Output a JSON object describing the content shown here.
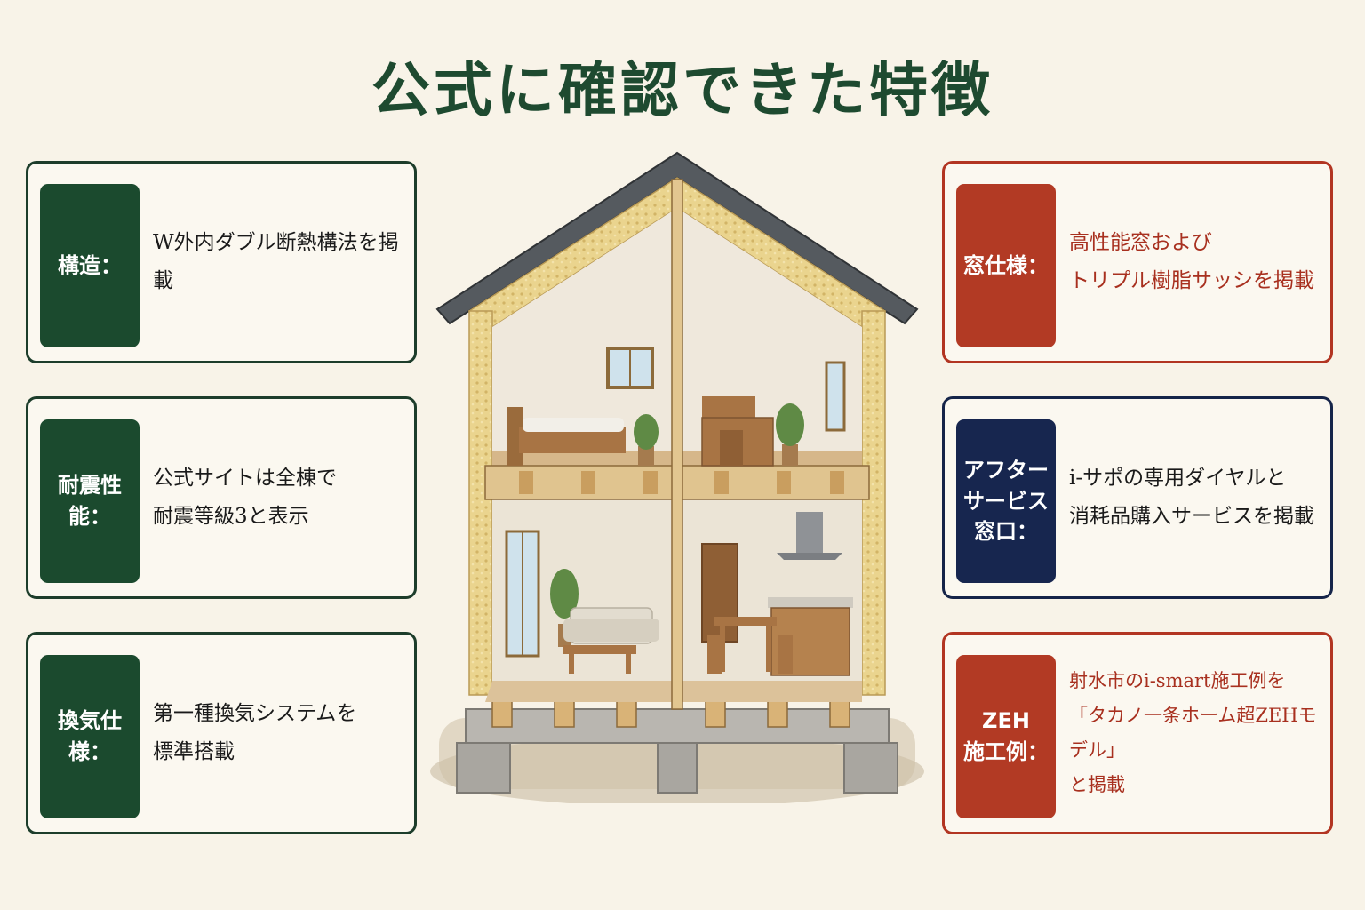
{
  "title": "公式に確認できた特徴",
  "colors": {
    "green": "#1b4a2e",
    "red": "#b23a24",
    "navy": "#17264f",
    "background": "#f8f3e8"
  },
  "left_cards": [
    {
      "label": "構造：",
      "text": "W外内ダブル断熱構法を掲載"
    },
    {
      "label": "耐震性能：",
      "text": "公式サイトは全棟で\n耐震等級3と表示"
    },
    {
      "label": "換気仕様：",
      "text": "第一種換気システムを\n標準搭載"
    }
  ],
  "right_cards": [
    {
      "label": "窓仕様：",
      "text": "高性能窓および\nトリプル樹脂サッシを掲載"
    },
    {
      "label": "アフター\nサービス\n窓口：",
      "text": "i-サポの専用ダイヤルと\n消耗品購入サービスを掲載"
    },
    {
      "label": "ZEH\n施工例：",
      "text": "射水市のi-smart施工例を\n「タカノ一条ホーム超ZEHモデル」\nと掲載"
    }
  ]
}
